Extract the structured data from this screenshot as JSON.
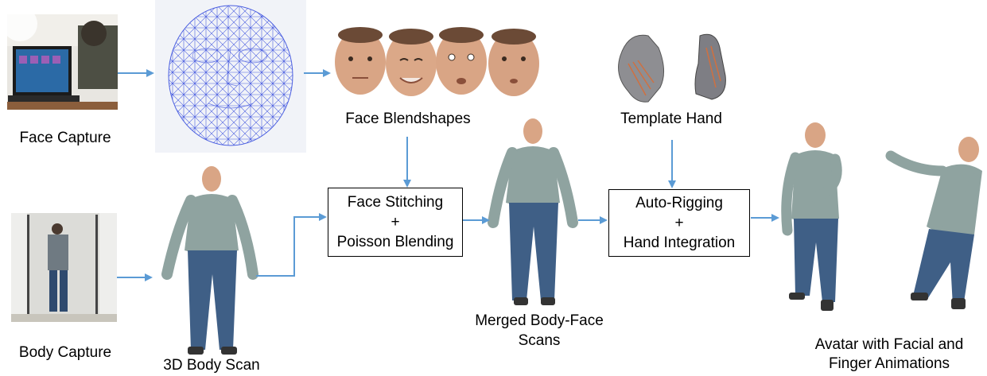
{
  "labels": {
    "face_capture": "Face Capture",
    "body_capture": "Body Capture",
    "body_scan": "3D Body Scan",
    "face_blendshapes": "Face Blendshapes",
    "template_hand": "Template Hand",
    "merged_line1": "Merged Body-Face",
    "merged_line2": "Scans",
    "avatar_line1": "Avatar with Facial and",
    "avatar_line2": "Finger Animations"
  },
  "boxes": {
    "stitch": {
      "line1": "Face Stitching",
      "line2": "+",
      "line3": "Poisson Blending"
    },
    "rig": {
      "line1": "Auto-Rigging",
      "line2": "+",
      "line3": "Hand Integration"
    }
  },
  "colors": {
    "arrow": "#5b9bd5",
    "mesh": "#3a4fd8",
    "shirt": "#8fa3a0",
    "jeans": "#3f5f86",
    "skin": "#d9a585"
  }
}
